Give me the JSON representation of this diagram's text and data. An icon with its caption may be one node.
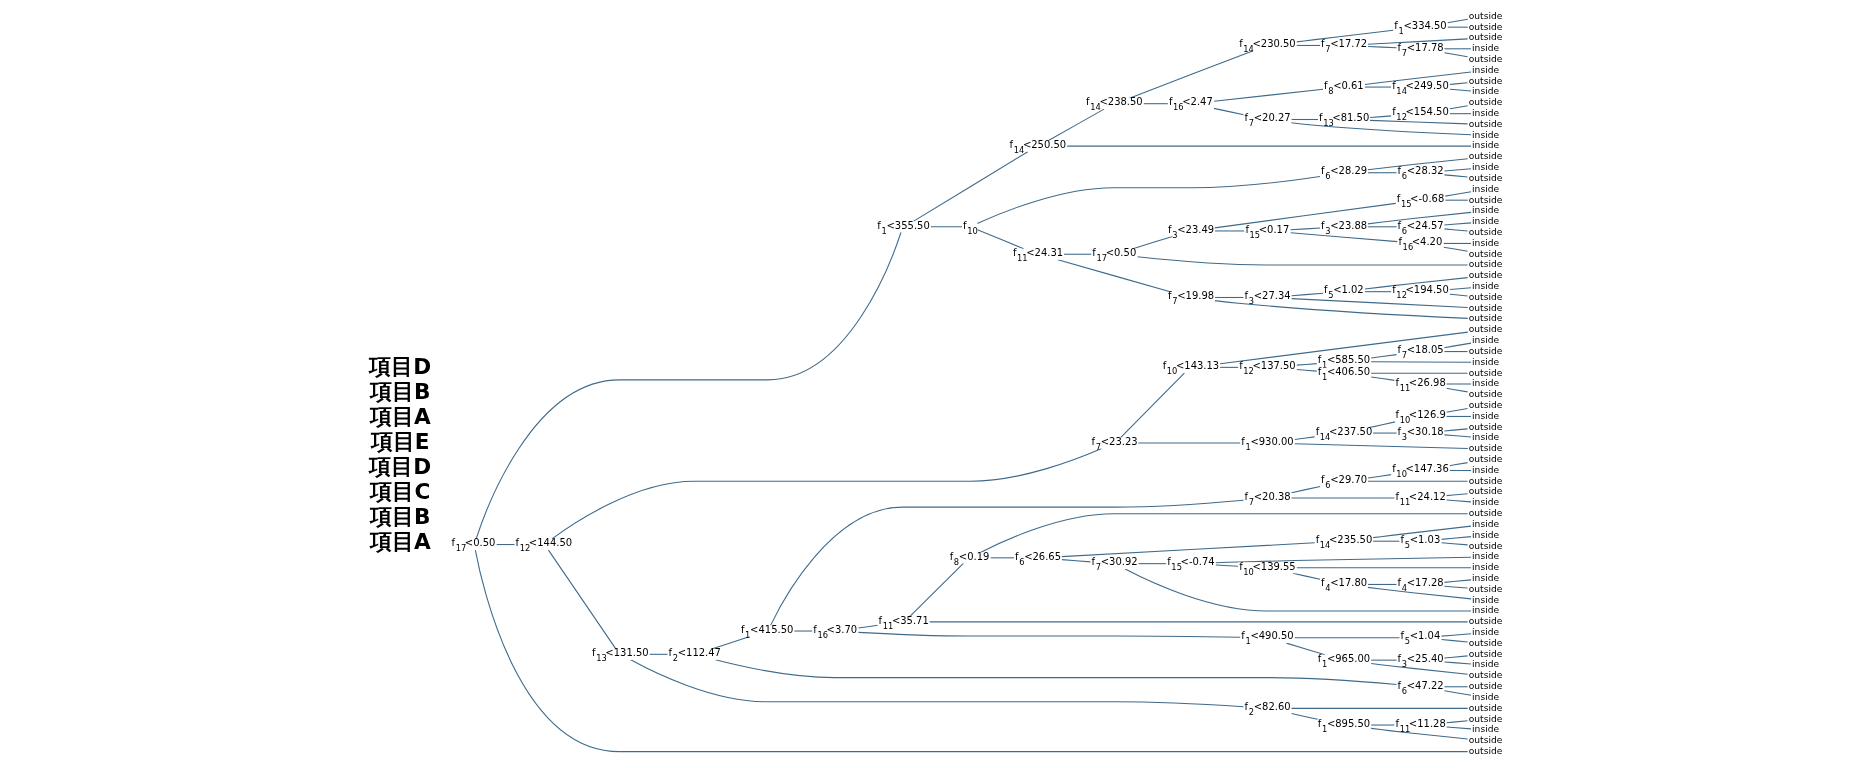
{
  "diagram": {
    "nodes": [
      {
        "text": [
          "f$_{17}$<0.50"
        ]
      },
      {
        "text": [
          "f$_{1}$<355.50"
        ]
      },
      {
        "text": [
          "f$_{14}$<250.50"
        ]
      },
      {
        "text": [
          "f$_{14}$<238.50"
        ]
      },
      {
        "text": [
          "f$_{14}$<230.50"
        ]
      },
      {
        "text": [
          "f$_{1}$<334.50"
        ]
      },
      {
        "text": [
          "outside"
        ]
      },
      {
        "text": [
          "outside"
        ]
      },
      {
        "text": [
          "f$_{7}$<17.72"
        ]
      },
      {
        "text": [
          "outside"
        ]
      },
      {
        "text": [
          "f$_{7}$<17.78"
        ]
      },
      {
        "text": [
          "inside"
        ]
      },
      {
        "text": [
          "outside"
        ]
      },
      {
        "text": [
          "f$_{16}$<2.47"
        ]
      },
      {
        "text": [
          "f$_{8}$<0.61"
        ]
      },
      {
        "text": [
          "inside"
        ]
      },
      {
        "text": [
          "f$_{14}$<249.50"
        ]
      },
      {
        "text": [
          "outside"
        ]
      },
      {
        "text": [
          "inside"
        ]
      },
      {
        "text": [
          "f$_{7}$<20.27"
        ]
      },
      {
        "text": [
          "f$_{13}$<81.50"
        ]
      },
      {
        "text": [
          "f$_{12}$<154.50"
        ]
      },
      {
        "text": [
          "outside"
        ]
      },
      {
        "text": [
          "inside"
        ]
      },
      {
        "text": [
          "outside"
        ]
      },
      {
        "text": [
          "inside"
        ]
      },
      {
        "text": [
          "inside"
        ]
      },
      {
        "text": [
          "f$_{10}$"
        ]
      },
      {
        "text": [
          "f$_{6}$<28.29"
        ]
      },
      {
        "text": [
          "outside"
        ]
      },
      {
        "text": [
          "f$_{6}$<28.32"
        ]
      },
      {
        "text": [
          "inside"
        ]
      },
      {
        "text": [
          "outside"
        ]
      },
      {
        "text": [
          "f$_{11}$<24.31"
        ]
      },
      {
        "text": [
          "f$_{17}$<0.50"
        ]
      },
      {
        "text": [
          "f$_{3}$<23.49"
        ]
      },
      {
        "text": [
          "f$_{15}$<-0.68"
        ]
      },
      {
        "text": [
          "inside"
        ]
      },
      {
        "text": [
          "outside"
        ]
      },
      {
        "text": [
          "f$_{15}$<0.17"
        ]
      },
      {
        "text": [
          "f$_{3}$<23.88"
        ]
      },
      {
        "text": [
          "inside"
        ]
      },
      {
        "text": [
          "f$_{6}$<24.57"
        ]
      },
      {
        "text": [
          "inside"
        ]
      },
      {
        "text": [
          "outside"
        ]
      },
      {
        "text": [
          "f$_{16}$<4.20"
        ]
      },
      {
        "text": [
          "inside"
        ]
      },
      {
        "text": [
          "outside"
        ]
      },
      {
        "text": [
          "outside"
        ]
      },
      {
        "text": [
          "f$_{7}$<19.98"
        ]
      },
      {
        "text": [
          "f$_{3}$<27.34"
        ]
      },
      {
        "text": [
          "f$_{5}$<1.02"
        ]
      },
      {
        "text": [
          "outside"
        ]
      },
      {
        "text": [
          "f$_{12}$<194.50"
        ]
      },
      {
        "text": [
          "inside"
        ]
      },
      {
        "text": [
          "outside"
        ]
      },
      {
        "text": [
          "outside"
        ]
      },
      {
        "text": [
          "outside"
        ]
      },
      {
        "text": [
          "f$_{12}$<144.50"
        ]
      },
      {
        "text": [
          "f$_{7}$<23.23"
        ]
      },
      {
        "text": [
          "f$_{10}$<143.13"
        ]
      },
      {
        "text": [
          "outside"
        ]
      },
      {
        "text": [
          "f$_{12}$<137.50"
        ]
      },
      {
        "text": [
          "f$_{1}$<585.50"
        ]
      },
      {
        "text": [
          "f$_{7}$<18.05"
        ]
      },
      {
        "text": [
          "inside"
        ]
      },
      {
        "text": [
          "outside"
        ]
      },
      {
        "text": [
          "inside"
        ]
      },
      {
        "text": [
          "f$_{1}$<406.50"
        ]
      },
      {
        "text": [
          "outside"
        ]
      },
      {
        "text": [
          "f$_{11}$<26.98"
        ]
      },
      {
        "text": [
          "inside"
        ]
      },
      {
        "text": [
          "outside"
        ]
      },
      {
        "text": [
          "f$_{1}$<930.00"
        ]
      },
      {
        "text": [
          "f$_{14}$<237.50"
        ]
      },
      {
        "text": [
          "f$_{10}$<126.9"
        ]
      },
      {
        "text": [
          "outside"
        ]
      },
      {
        "text": [
          "inside"
        ]
      },
      {
        "text": [
          "f$_{3}$<30.18"
        ]
      },
      {
        "text": [
          "outside"
        ]
      },
      {
        "text": [
          "inside"
        ]
      },
      {
        "text": [
          "outside"
        ]
      },
      {
        "text": [
          "f$_{13}$<131.50"
        ]
      },
      {
        "text": [
          "f$_{2}$<112.47"
        ]
      },
      {
        "text": [
          "f$_{1}$<415.50"
        ]
      },
      {
        "text": [
          "f$_{7}$<20.38"
        ]
      },
      {
        "text": [
          "f$_{6}$<29.70"
        ]
      },
      {
        "text": [
          "f$_{10}$<147.36"
        ]
      },
      {
        "text": [
          "outside"
        ]
      },
      {
        "text": [
          "inside"
        ]
      },
      {
        "text": [
          "outside"
        ]
      },
      {
        "text": [
          "f$_{11}$<24.12"
        ]
      },
      {
        "text": [
          "outside"
        ]
      },
      {
        "text": [
          "inside"
        ]
      },
      {
        "text": [
          "f$_{16}$<3.70"
        ]
      },
      {
        "text": [
          "f$_{11}$<35.71"
        ]
      },
      {
        "text": [
          "f$_{8}$<0.19"
        ]
      },
      {
        "text": [
          "outside"
        ]
      },
      {
        "text": [
          "f$_{6}$<26.65"
        ]
      },
      {
        "text": [
          "f$_{14}$<235.50"
        ]
      },
      {
        "text": [
          "inside"
        ]
      },
      {
        "text": [
          "f$_{5}$<1.03"
        ]
      },
      {
        "text": [
          "inside"
        ]
      },
      {
        "text": [
          "outside"
        ]
      },
      {
        "text": [
          "f$_{7}$<30.92"
        ]
      },
      {
        "text": [
          "f$_{15}$<-0.74"
        ]
      },
      {
        "text": [
          "inside"
        ]
      },
      {
        "text": [
          "f$_{10}$<139.55"
        ]
      },
      {
        "text": [
          "inside"
        ]
      },
      {
        "text": [
          "f$_{4}$<17.80"
        ]
      },
      {
        "text": [
          "f$_{4}$<17.28"
        ]
      },
      {
        "text": [
          "inside"
        ]
      },
      {
        "text": [
          "outside"
        ]
      },
      {
        "text": [
          "inside"
        ]
      },
      {
        "text": [
          "inside"
        ]
      },
      {
        "text": [
          "outside"
        ]
      },
      {
        "text": [
          "f$_{1}$<490.50"
        ]
      },
      {
        "text": [
          "f$_{5}$<1.04"
        ]
      },
      {
        "text": [
          "inside"
        ]
      },
      {
        "text": [
          "outside"
        ]
      },
      {
        "text": [
          "f$_{1}$<965.00"
        ]
      },
      {
        "text": [
          "f$_{3}$<25.40"
        ]
      },
      {
        "text": [
          "outside"
        ]
      },
      {
        "text": [
          "inside"
        ]
      },
      {
        "text": [
          "outside"
        ]
      },
      {
        "text": [
          "f$_{6}$<47.22"
        ]
      },
      {
        "text": [
          "outside"
        ]
      },
      {
        "text": [
          "inside"
        ]
      },
      {
        "text": [
          "f$_{2}$<82.60"
        ]
      },
      {
        "text": [
          "outside"
        ]
      },
      {
        "text": [
          "f$_{1}$<895.50"
        ]
      },
      {
        "text": [
          "f$_{11}$<11.28"
        ]
      },
      {
        "text": [
          "outside"
        ]
      },
      {
        "text": [
          "inside"
        ]
      },
      {
        "text": [
          "outside"
        ]
      },
      {
        "text": [
          "outside"
        ]
      }
    ],
    "edges": [
      {
        "from": 0,
        "to": 1,
        "arrow": "none"
      },
      {
        "from": 1,
        "to": 2,
        "arrow": "none"
      },
      {
        "from": 2,
        "to": 3,
        "arrow": "none"
      },
      {
        "from": 3,
        "to": 4,
        "arrow": "none"
      },
      {
        "from": 4,
        "to": 5,
        "arrow": "none"
      },
      {
        "from": 5,
        "to": 6,
        "arrow": "none"
      },
      {
        "from": 5,
        "to": 7,
        "arrow": "none"
      },
      {
        "from": 4,
        "to": 8,
        "arrow": "none"
      },
      {
        "from": 8,
        "to": 9,
        "arrow": "none"
      },
      {
        "from": 8,
        "to": 10,
        "arrow": "none"
      },
      {
        "from": 10,
        "to": 11,
        "arrow": "none"
      },
      {
        "from": 10,
        "to": 12,
        "arrow": "none"
      },
      {
        "from": 3,
        "to": 13,
        "arrow": "none"
      },
      {
        "from": 13,
        "to": 14,
        "arrow": "none"
      },
      {
        "from": 14,
        "to": 15,
        "arrow": "none"
      },
      {
        "from": 14,
        "to": 16,
        "arrow": "none"
      },
      {
        "from": 16,
        "to": 17,
        "arrow": "none"
      },
      {
        "from": 16,
        "to": 18,
        "arrow": "none"
      },
      {
        "from": 13,
        "to": 19,
        "arrow": "none"
      },
      {
        "from": 19,
        "to": 20,
        "arrow": "none"
      },
      {
        "from": 20,
        "to": 21,
        "arrow": "none"
      },
      {
        "from": 21,
        "to": 22,
        "arrow": "none"
      },
      {
        "from": 21,
        "to": 23,
        "arrow": "none"
      },
      {
        "from": 20,
        "to": 24,
        "arrow": "none"
      },
      {
        "from": 19,
        "to": 25,
        "arrow": "none"
      },
      {
        "from": 2,
        "to": 26,
        "arrow": "none"
      },
      {
        "from": 1,
        "to": 27,
        "arrow": "none"
      },
      {
        "from": 27,
        "to": 28,
        "arrow": "none"
      },
      {
        "from": 28,
        "to": 29,
        "arrow": "none"
      },
      {
        "from": 28,
        "to": 30,
        "arrow": "none"
      },
      {
        "from": 30,
        "to": 31,
        "arrow": "none"
      },
      {
        "from": 30,
        "to": 32,
        "arrow": "none"
      },
      {
        "from": 27,
        "to": 33,
        "arrow": "none"
      },
      {
        "from": 33,
        "to": 34,
        "arrow": "none"
      },
      {
        "from": 34,
        "to": 35,
        "arrow": "none"
      },
      {
        "from": 35,
        "to": 36,
        "arrow": "none"
      },
      {
        "from": 36,
        "to": 37,
        "arrow": "none"
      },
      {
        "from": 36,
        "to": 38,
        "arrow": "none"
      },
      {
        "from": 35,
        "to": 39,
        "arrow": "none"
      },
      {
        "from": 39,
        "to": 40,
        "arrow": "none"
      },
      {
        "from": 40,
        "to": 41,
        "arrow": "none"
      },
      {
        "from": 40,
        "to": 42,
        "arrow": "none"
      },
      {
        "from": 42,
        "to": 43,
        "arrow": "none"
      },
      {
        "from": 42,
        "to": 44,
        "arrow": "none"
      },
      {
        "from": 39,
        "to": 45,
        "arrow": "none"
      },
      {
        "from": 45,
        "to": 46,
        "arrow": "none"
      },
      {
        "from": 45,
        "to": 47,
        "arrow": "none"
      },
      {
        "from": 34,
        "to": 48,
        "arrow": "none"
      },
      {
        "from": 33,
        "to": 49,
        "arrow": "none"
      },
      {
        "from": 49,
        "to": 50,
        "arrow": "none"
      },
      {
        "from": 50,
        "to": 51,
        "arrow": "none"
      },
      {
        "from": 51,
        "to": 52,
        "arrow": "none"
      },
      {
        "from": 51,
        "to": 53,
        "arrow": "none"
      },
      {
        "from": 53,
        "to": 54,
        "arrow": "none"
      },
      {
        "from": 53,
        "to": 55,
        "arrow": "none"
      },
      {
        "from": 50,
        "to": 56,
        "arrow": "none"
      },
      {
        "from": 49,
        "to": 57,
        "arrow": "none"
      },
      {
        "from": 0,
        "to": 58,
        "arrow": "none"
      },
      {
        "from": 58,
        "to": 59,
        "arrow": "none"
      },
      {
        "from": 59,
        "to": 60,
        "arrow": "none"
      },
      {
        "from": 60,
        "to": 61,
        "arrow": "none"
      },
      {
        "from": 60,
        "to": 62,
        "arrow": "none"
      },
      {
        "from": 62,
        "to": 63,
        "arrow": "none"
      },
      {
        "from": 63,
        "to": 64,
        "arrow": "none"
      },
      {
        "from": 64,
        "to": 65,
        "arrow": "none"
      },
      {
        "from": 64,
        "to": 66,
        "arrow": "none"
      },
      {
        "from": 63,
        "to": 67,
        "arrow": "none"
      },
      {
        "from": 62,
        "to": 68,
        "arrow": "none"
      },
      {
        "from": 68,
        "to": 69,
        "arrow": "none"
      },
      {
        "from": 68,
        "to": 70,
        "arrow": "none"
      },
      {
        "from": 70,
        "to": 71,
        "arrow": "none"
      },
      {
        "from": 70,
        "to": 72,
        "arrow": "none"
      },
      {
        "from": 59,
        "to": 73,
        "arrow": "none"
      },
      {
        "from": 73,
        "to": 74,
        "arrow": "none"
      },
      {
        "from": 74,
        "to": 75,
        "arrow": "none"
      },
      {
        "from": 75,
        "to": 76,
        "arrow": "none"
      },
      {
        "from": 75,
        "to": 77,
        "arrow": "none"
      },
      {
        "from": 74,
        "to": 78,
        "arrow": "none"
      },
      {
        "from": 78,
        "to": 79,
        "arrow": "none"
      },
      {
        "from": 78,
        "to": 80,
        "arrow": "none"
      },
      {
        "from": 73,
        "to": 81,
        "arrow": "none"
      },
      {
        "from": 58,
        "to": 82,
        "arrow": "none"
      },
      {
        "from": 82,
        "to": 83,
        "arrow": "none"
      },
      {
        "from": 83,
        "to": 84,
        "arrow": "none"
      },
      {
        "from": 84,
        "to": 85,
        "arrow": "none"
      },
      {
        "from": 85,
        "to": 86,
        "arrow": "none"
      },
      {
        "from": 86,
        "to": 87,
        "arrow": "none"
      },
      {
        "from": 87,
        "to": 88,
        "arrow": "none"
      },
      {
        "from": 87,
        "to": 89,
        "arrow": "none"
      },
      {
        "from": 86,
        "to": 90,
        "arrow": "none"
      },
      {
        "from": 85,
        "to": 91,
        "arrow": "none"
      },
      {
        "from": 91,
        "to": 92,
        "arrow": "none"
      },
      {
        "from": 91,
        "to": 93,
        "arrow": "none"
      },
      {
        "from": 84,
        "to": 94,
        "arrow": "none"
      },
      {
        "from": 94,
        "to": 95,
        "arrow": "none"
      },
      {
        "from": 95,
        "to": 96,
        "arrow": "none"
      },
      {
        "from": 96,
        "to": 97,
        "arrow": "none"
      },
      {
        "from": 96,
        "to": 98,
        "arrow": "none"
      },
      {
        "from": 98,
        "to": 99,
        "arrow": "none"
      },
      {
        "from": 99,
        "to": 100,
        "arrow": "none"
      },
      {
        "from": 99,
        "to": 101,
        "arrow": "none"
      },
      {
        "from": 101,
        "to": 102,
        "arrow": "none"
      },
      {
        "from": 101,
        "to": 103,
        "arrow": "none"
      },
      {
        "from": 98,
        "to": 104,
        "arrow": "none"
      },
      {
        "from": 104,
        "to": 105,
        "arrow": "none"
      },
      {
        "from": 105,
        "to": 106,
        "arrow": "none"
      },
      {
        "from": 105,
        "to": 107,
        "arrow": "none"
      },
      {
        "from": 107,
        "to": 108,
        "arrow": "none"
      },
      {
        "from": 107,
        "to": 109,
        "arrow": "none"
      },
      {
        "from": 109,
        "to": 110,
        "arrow": "none"
      },
      {
        "from": 110,
        "to": 111,
        "arrow": "none"
      },
      {
        "from": 110,
        "to": 112,
        "arrow": "none"
      },
      {
        "from": 109,
        "to": 113,
        "arrow": "none"
      },
      {
        "from": 104,
        "to": 114,
        "arrow": "none"
      },
      {
        "from": 95,
        "to": 115,
        "arrow": "none"
      },
      {
        "from": 94,
        "to": 116,
        "arrow": "none"
      },
      {
        "from": 116,
        "to": 117,
        "arrow": "none"
      },
      {
        "from": 117,
        "to": 118,
        "arrow": "none"
      },
      {
        "from": 117,
        "to": 119,
        "arrow": "none"
      },
      {
        "from": 116,
        "to": 120,
        "arrow": "none"
      },
      {
        "from": 120,
        "to": 121,
        "arrow": "none"
      },
      {
        "from": 121,
        "to": 122,
        "arrow": "none"
      },
      {
        "from": 121,
        "to": 123,
        "arrow": "none"
      },
      {
        "from": 120,
        "to": 124,
        "arrow": "none"
      },
      {
        "from": 83,
        "to": 125,
        "arrow": "none"
      },
      {
        "from": 125,
        "to": 126,
        "arrow": "none"
      },
      {
        "from": 125,
        "to": 127,
        "arrow": "none"
      },
      {
        "from": 82,
        "to": 128,
        "arrow": "none"
      },
      {
        "from": 128,
        "to": 129,
        "arrow": "none"
      },
      {
        "from": 128,
        "to": 130,
        "arrow": "none"
      },
      {
        "from": 130,
        "to": 131,
        "arrow": "none"
      },
      {
        "from": 131,
        "to": 132,
        "arrow": "none"
      },
      {
        "from": 131,
        "to": 133,
        "arrow": "none"
      },
      {
        "from": 130,
        "to": 134,
        "arrow": "none"
      },
      {
        "from": 0,
        "to": 135,
        "arrow": "none"
      }
    ],
    "labels": [
      "項目A",
      "項目B",
      "項目C",
      "項目D",
      "項目E",
      "項目A",
      "項目B",
      "項目D"
    ]
  }
}
